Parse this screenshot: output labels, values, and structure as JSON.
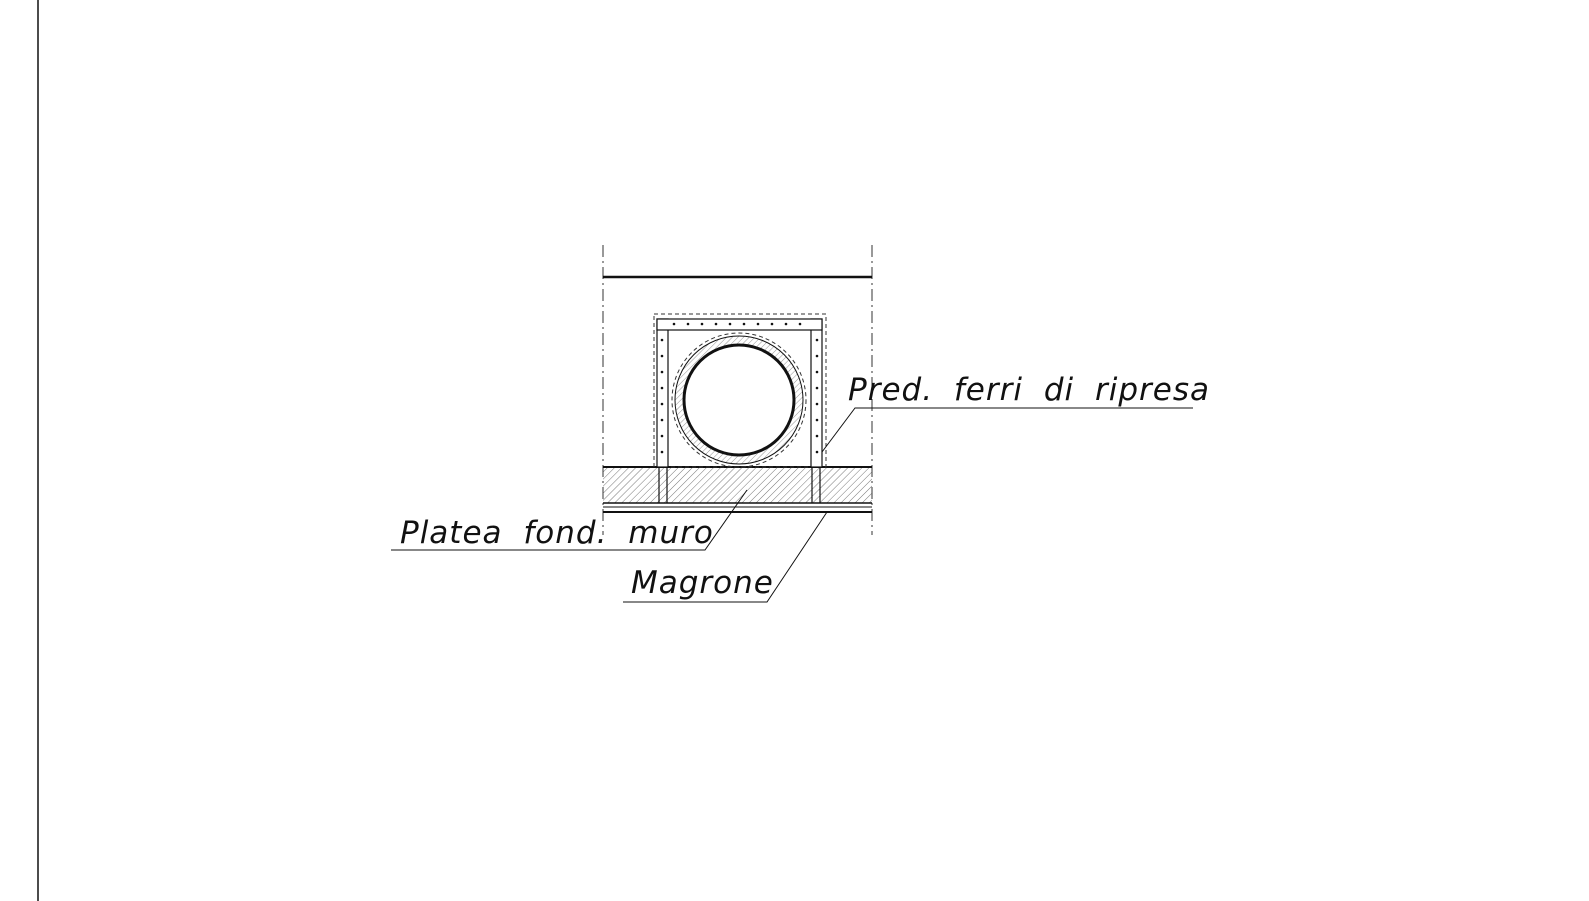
{
  "drawing": {
    "labels": {
      "pred_ferri": "Pred. ferri di ripresa",
      "platea": "Platea fond. muro",
      "magrone": "Magrone"
    },
    "colors": {
      "line": "#111111",
      "hatch": "#555555",
      "background": "#ffffff"
    }
  }
}
